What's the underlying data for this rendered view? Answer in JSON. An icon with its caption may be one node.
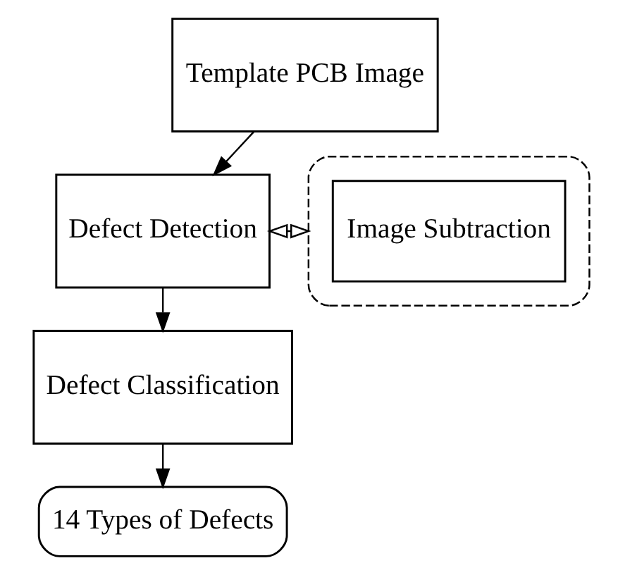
{
  "diagram": {
    "nodes": [
      {
        "text": [
          "Template PCB Image"
        ]
      },
      {
        "text": [
          "Defect Detection"
        ]
      },
      {
        "text": [],
        "shape": "box"
      },
      {
        "text": [
          "Image Subtraction"
        ],
        "in": 2
      },
      {
        "text": [
          "Defect Classification"
        ]
      },
      {
        "text": [
          "14 Types of Defects"
        ]
      }
    ],
    "edges": [
      {
        "from": 0,
        "to": 1,
        "arrow": "to"
      },
      {
        "from": 1,
        "to": 2,
        "arrow": "both"
      },
      {
        "from": 1,
        "to": 4,
        "arrow": "to"
      },
      {
        "from": 4,
        "to": 5,
        "arrow": "to"
      }
    ]
  }
}
